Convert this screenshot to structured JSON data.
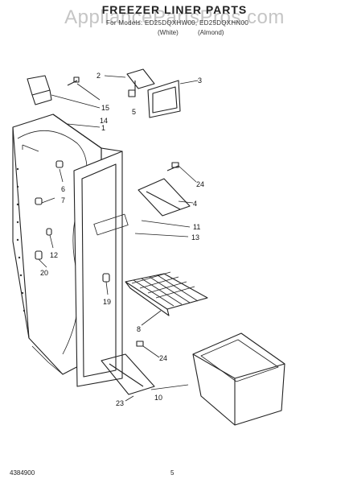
{
  "watermark": "AppliancePartsPros.com",
  "header": {
    "title": "FREEZER LINER PARTS",
    "models": "For Models: ED25DQXHW00, ED25DQXHN00",
    "color_1": "(White)",
    "color_2": "(Almond)"
  },
  "callouts": [
    "1",
    "2",
    "3",
    "4",
    "5",
    "6",
    "7",
    "8",
    "10",
    "11",
    "12",
    "13",
    "14",
    "15",
    "19",
    "20",
    "23",
    "24",
    "24"
  ],
  "footer": {
    "doc_number": "4384900",
    "page_number": "5"
  }
}
